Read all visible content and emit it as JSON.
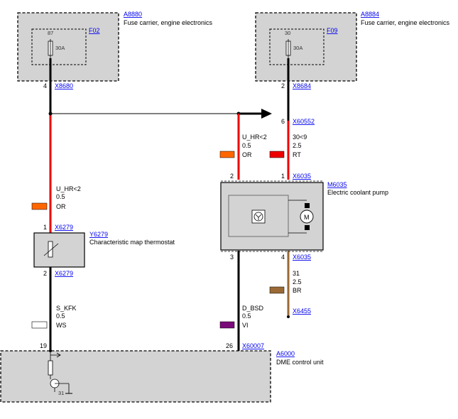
{
  "components": {
    "a8880": {
      "code": "A8880",
      "desc": "Fuse carrier, engine electronics",
      "fuse_code": "F02",
      "fuse_pin": "87",
      "fuse_rating": "30A"
    },
    "a8884": {
      "code": "A8884",
      "desc": "Fuse carrier, engine electronics",
      "fuse_code": "F09",
      "fuse_pin": "30",
      "fuse_rating": "30A"
    },
    "m6035": {
      "code": "M6035",
      "desc": "Electric coolant pump"
    },
    "y6279": {
      "code": "Y6279",
      "desc": "Characteristic map thermostat"
    },
    "a6000": {
      "code": "A6000",
      "desc": "DME control unit",
      "ground_pin": "31"
    }
  },
  "connectors": {
    "x8680": {
      "code": "X8680",
      "pin": "4"
    },
    "x8684": {
      "code": "X8684",
      "pin": "2"
    },
    "x60552": {
      "code": "X60552",
      "pin": "6"
    },
    "x6035_in1": {
      "code": "X6035",
      "pin": "2"
    },
    "x6035_in2": {
      "code": "X6035",
      "pin": "1"
    },
    "x6035_out1": {
      "code": "",
      "pin": "3"
    },
    "x6035_out2": {
      "code": "X6035",
      "pin": "4"
    },
    "x6279_in": {
      "code": "X6279",
      "pin": "1"
    },
    "x6279_out": {
      "code": "X6279",
      "pin": "2"
    },
    "x6455": {
      "code": "X6455"
    },
    "a6000_p19": {
      "pin": "19"
    },
    "x60007": {
      "code": "X60007",
      "pin": "26"
    }
  },
  "wires": {
    "w_uhr_left": {
      "signal": "U_HR<2",
      "gauge": "0.5",
      "color_code": "OR",
      "color": "#ff6600"
    },
    "w_uhr_right": {
      "signal": "U_HR<2",
      "gauge": "0.5",
      "color_code": "OR",
      "color": "#ff6600"
    },
    "w_30": {
      "signal": "30<9",
      "gauge": "2.5",
      "color_code": "RT",
      "color": "#ee0000"
    },
    "w_31": {
      "signal": "31",
      "gauge": "2.5",
      "color_code": "BR",
      "color": "#9a6a35"
    },
    "w_kfk": {
      "signal": "S_KFK",
      "gauge": "0.5",
      "color_code": "WS",
      "color": "#ffffff"
    },
    "w_bsd": {
      "signal": "D_BSD",
      "gauge": "0.5",
      "color_code": "VI",
      "color": "#7a0a7a"
    }
  }
}
